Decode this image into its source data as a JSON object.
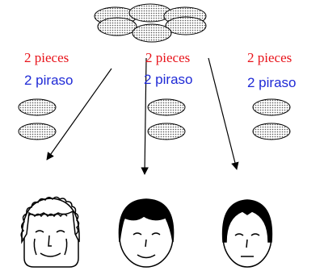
{
  "groups": [
    {
      "label_en": "2 pieces",
      "label_tl": "2 piraso"
    },
    {
      "label_en": "2 pieces",
      "label_tl": "2 piraso"
    },
    {
      "label_en": "2 pieces",
      "label_tl": "2 piraso"
    }
  ],
  "colors": {
    "english_label": "#e8141b",
    "tagalog_label": "#1f2ad6",
    "piece_fill": "#cfcfcf",
    "stroke": "#000000"
  },
  "icons": [
    "cookie-pile",
    "cookie",
    "arrow",
    "face-curly-hair",
    "face-bob-hair",
    "face-parted-hair"
  ]
}
